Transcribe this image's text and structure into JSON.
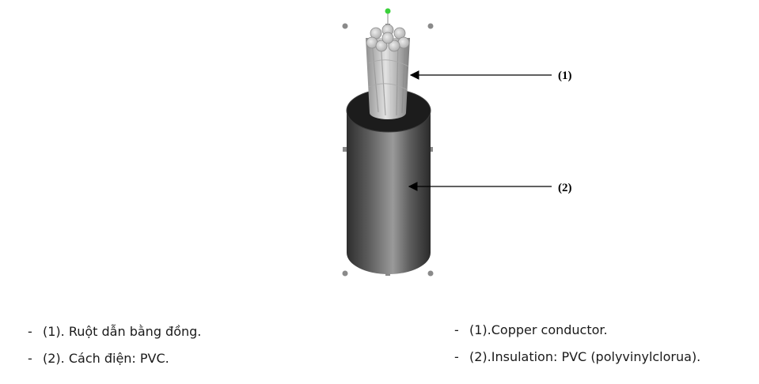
{
  "figure": {
    "callouts": [
      {
        "id": "1",
        "label": "(1)"
      },
      {
        "id": "2",
        "label": "(2)"
      }
    ],
    "colors": {
      "jacket": "#4a4a4a",
      "jacket_top": "#1c1c1c",
      "conductor": "#b9b9b9",
      "arrow": "#000000",
      "handle_green": "#3bd13b",
      "handle_gray": "#8a8a8a"
    }
  },
  "legend_vi": {
    "items": [
      {
        "bullet": "-",
        "text": "(1). Ruột dẫn bằng đồng."
      },
      {
        "bullet": "-",
        "text": "(2). Cách điện: PVC."
      }
    ]
  },
  "legend_en": {
    "items": [
      {
        "bullet": "-",
        "text": "(1).Copper conductor."
      },
      {
        "bullet": "-",
        "text": "(2).Insulation: PVC (polyvinylclorua)."
      }
    ]
  }
}
